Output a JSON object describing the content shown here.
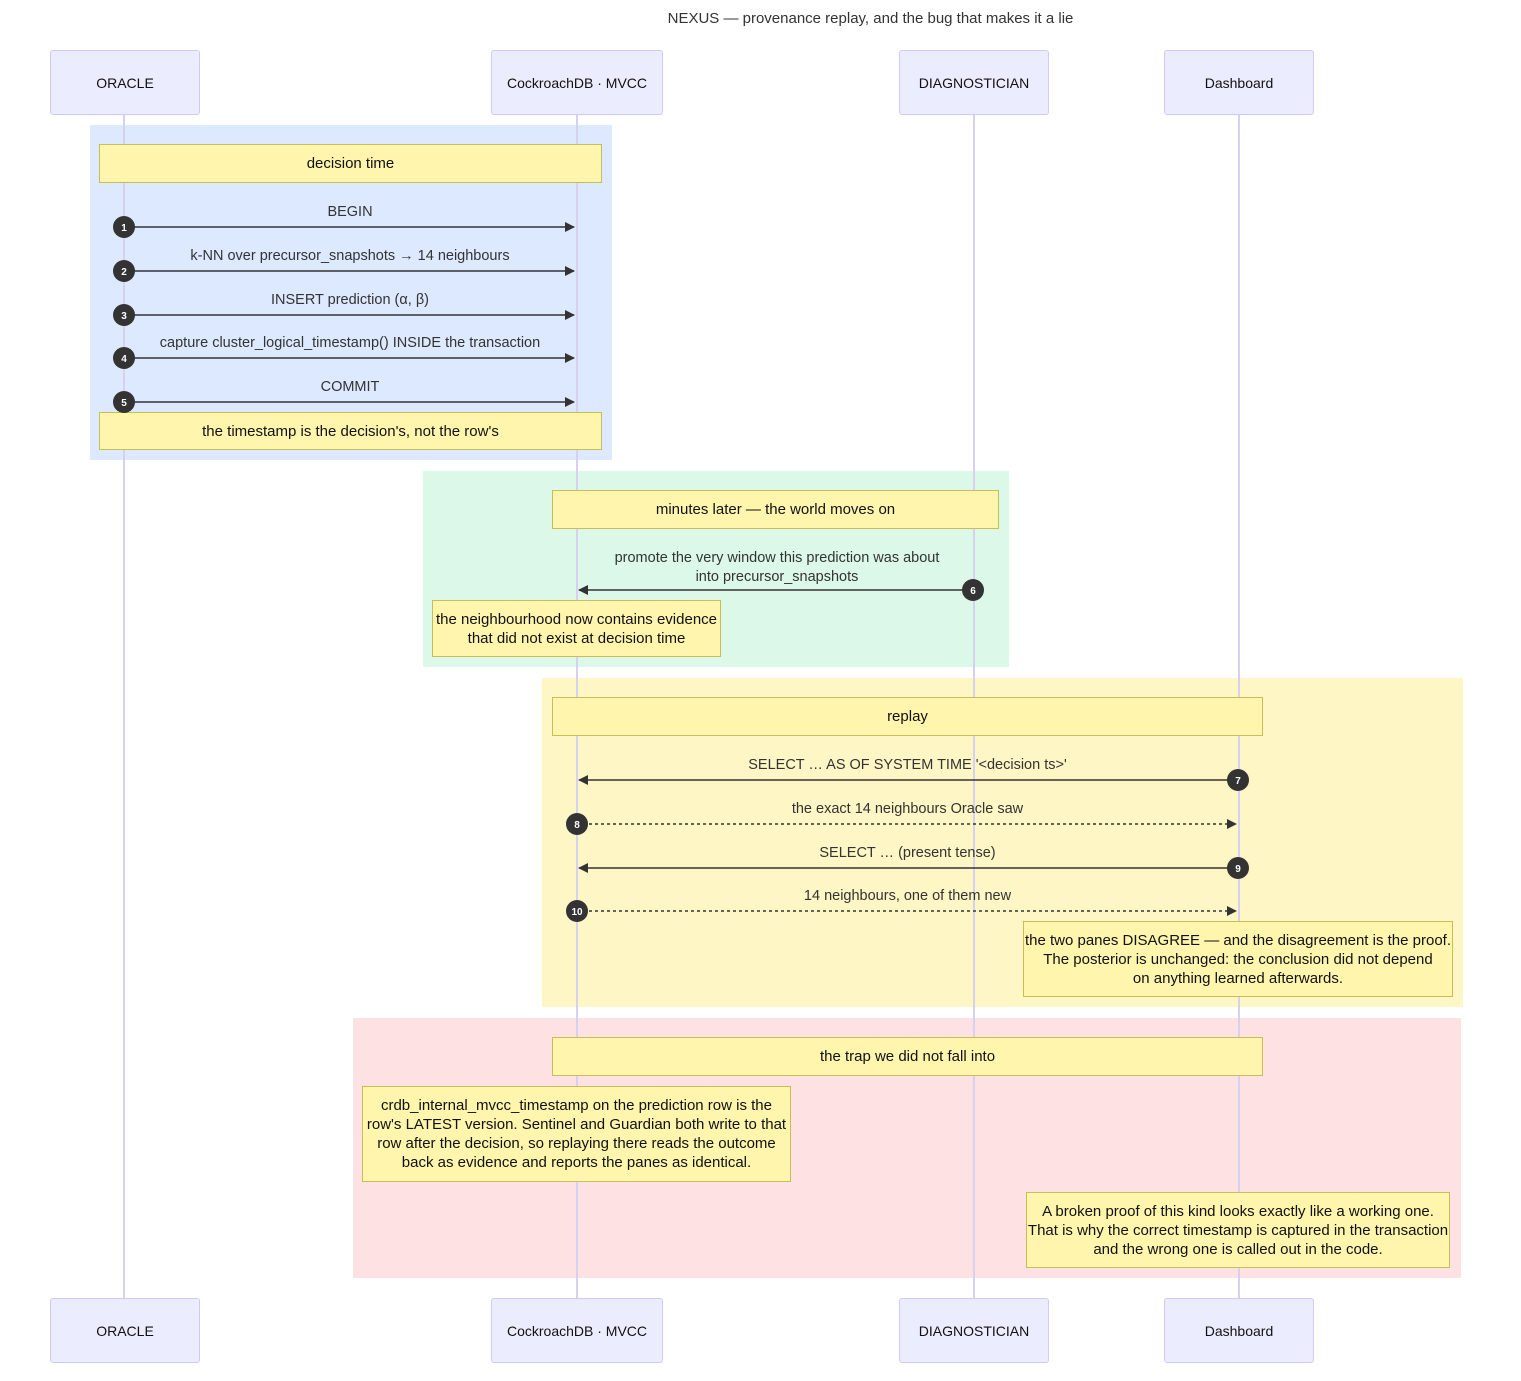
{
  "title": "NEXUS — provenance replay, and the bug that makes it a lie",
  "actors": [
    "ORACLE",
    "CockroachDB · MVCC",
    "DIAGNOSTICIAN",
    "Dashboard"
  ],
  "colors": {
    "region_decision": "#dce9ff",
    "region_later": "#dcf8e8",
    "region_replay": "#fef6c4",
    "region_trap": "#fde1e3",
    "note_fill": "#fff5ad",
    "actor_fill": "#ececff",
    "arrow": "#333333"
  },
  "notes": {
    "decision_time": "decision time",
    "timestamp_note": "the timestamp is the decision's, not the row's",
    "minutes_later": "minutes later — the world moves on",
    "neighbourhood": "the neighbourhood now contains evidence\nthat did not exist at decision time",
    "replay": "replay",
    "disagree": "the two panes DISAGREE — and the disagreement is the proof.\nThe posterior is unchanged: the conclusion did not depend\non anything learned afterwards.",
    "trap": "the trap we did not fall into",
    "mvcc_trap": "crdb_internal_mvcc_timestamp on the prediction row is the\nrow's LATEST version. Sentinel and Guardian both write to that\nrow after the decision, so replaying there reads the outcome\nback as evidence and reports the panes as identical.",
    "broken_proof": "A broken proof of this kind looks exactly like a working one.\nThat is why the correct timestamp is captured in the transaction\nand the wrong one is called out in the code."
  },
  "messages": [
    {
      "n": "1",
      "label": "BEGIN"
    },
    {
      "n": "2",
      "label": "k-NN over precursor_snapshots → 14 neighbours"
    },
    {
      "n": "3",
      "label": "INSERT prediction (α, β)"
    },
    {
      "n": "4",
      "label": "capture cluster_logical_timestamp() INSIDE the transaction"
    },
    {
      "n": "5",
      "label": "COMMIT"
    },
    {
      "n": "6",
      "label": "promote the very window this prediction was about\ninto precursor_snapshots"
    },
    {
      "n": "7",
      "label": "SELECT … AS OF SYSTEM TIME '<decision ts>'"
    },
    {
      "n": "8",
      "label": "the exact 14 neighbours Oracle saw"
    },
    {
      "n": "9",
      "label": "SELECT … (present tense)"
    },
    {
      "n": "10",
      "label": "14 neighbours, one of them new"
    }
  ]
}
